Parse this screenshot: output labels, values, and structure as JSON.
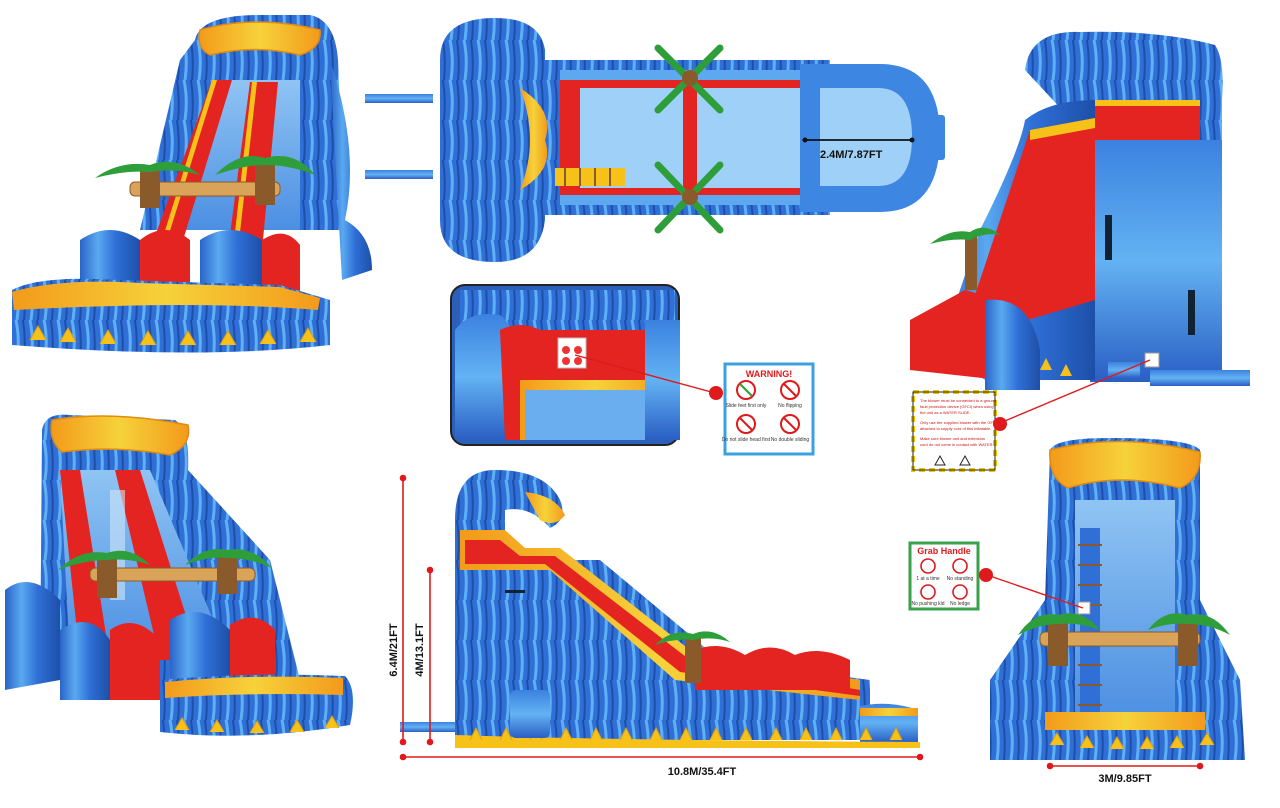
{
  "dimensions": {
    "top_width": "2.4M/7.87FT",
    "total_height": "6.4M/21FT",
    "slide_height": "4M/13.1FT",
    "length": "10.8M/35.4FT",
    "width": "3M/9.85FT"
  },
  "signs": {
    "warning": {
      "title": "WARNING!",
      "captions": [
        "Slide feet first only",
        "No flipping",
        "Do not slide head first",
        "No double sliding"
      ]
    },
    "anchor": {
      "lines": [
        "The blower must be connected to a ground",
        "fault protection device (GFCI) when using",
        "the unit as a WATER SLIDE.",
        "Only use the supplied blower with the GFCI",
        "attached to supply cord of this inflatable.",
        "Make sure blower unit and extension",
        "cord do not come in contact with WATER"
      ]
    },
    "grab_handle": {
      "title": "Grab Handle",
      "captions": [
        "1 at a time",
        "No standing",
        "No pushing kid",
        "No ledge"
      ]
    }
  },
  "colors": {
    "blue": "#2f6fd6",
    "light_blue": "#5aa9f0",
    "dark_blue": "#1d4fa8",
    "red": "#e32421",
    "yellow": "#f6c21a",
    "orange": "#f39a1b",
    "green": "#2e9e3a",
    "brown": "#8a5a2b",
    "dim_line": "#e0191c"
  }
}
